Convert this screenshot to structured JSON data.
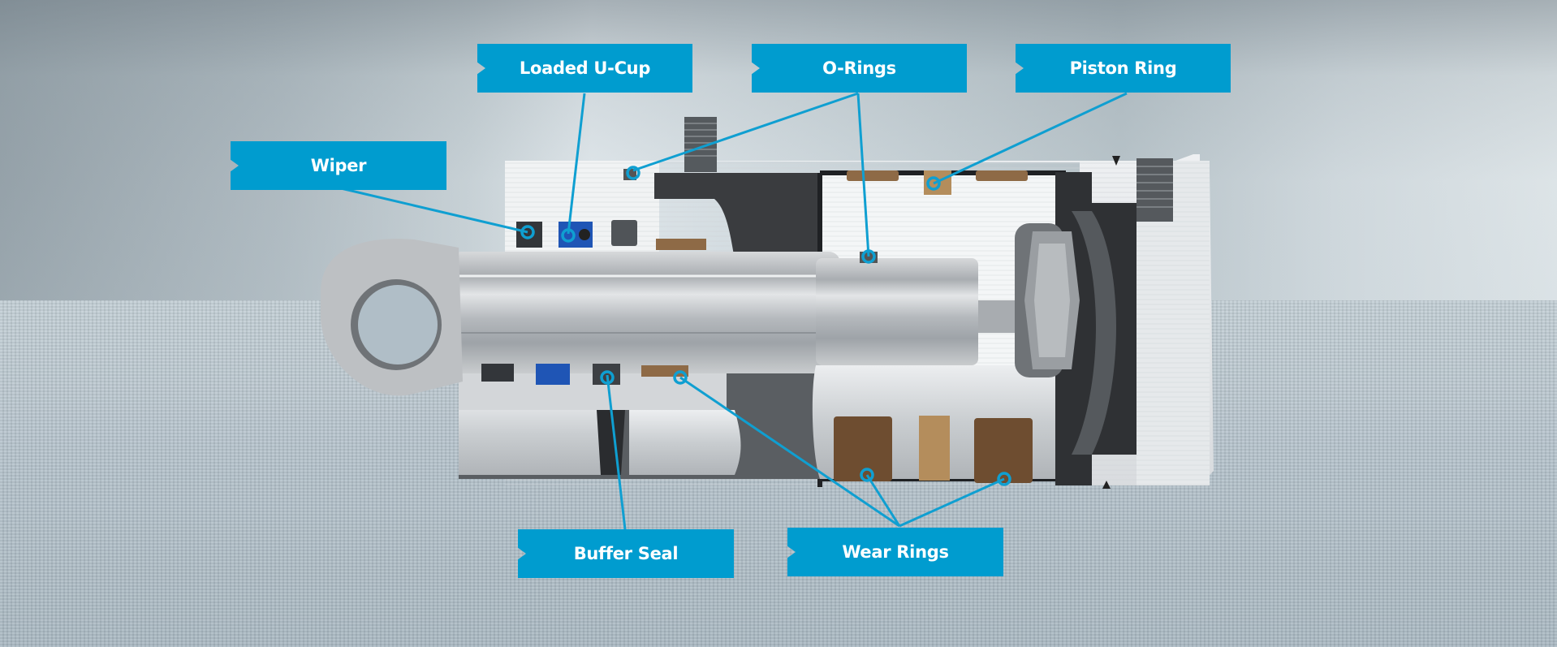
{
  "diagram": {
    "title": "Hydraulic cylinder seal components",
    "accent_color": "#009ccf",
    "labels": [
      {
        "id": "wiper",
        "text": "Wiper"
      },
      {
        "id": "loaded-u-cup",
        "text": "Loaded U-Cup"
      },
      {
        "id": "o-rings",
        "text": "O-Rings"
      },
      {
        "id": "piston-ring",
        "text": "Piston Ring"
      },
      {
        "id": "buffer-seal",
        "text": "Buffer Seal"
      },
      {
        "id": "wear-rings",
        "text": "Wear Rings"
      }
    ],
    "components": [
      {
        "name": "rod-eye"
      },
      {
        "name": "piston-rod"
      },
      {
        "name": "gland"
      },
      {
        "name": "cylinder-barrel"
      },
      {
        "name": "piston"
      },
      {
        "name": "piston-nut"
      },
      {
        "name": "end-cap"
      },
      {
        "name": "port-fitting"
      }
    ]
  }
}
